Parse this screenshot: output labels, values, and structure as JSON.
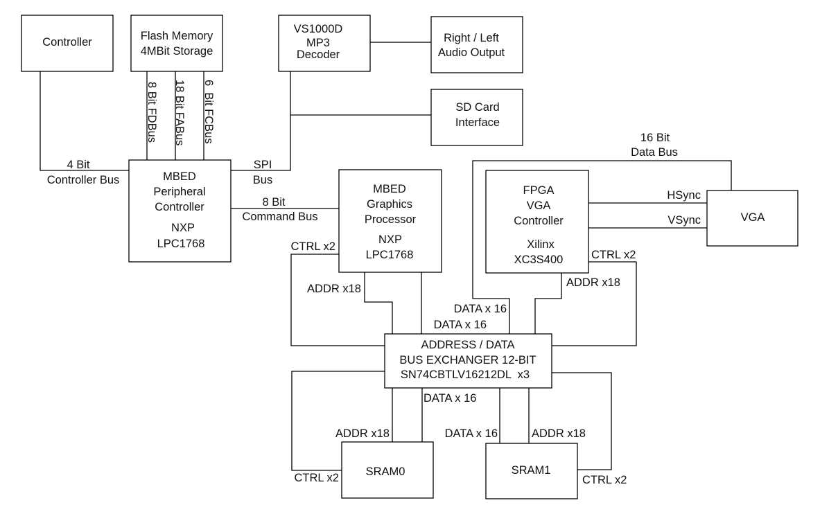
{
  "diagram": {
    "blocks": {
      "controller": {
        "lines": [
          "Controller"
        ]
      },
      "flash": {
        "lines": [
          "Flash Memory",
          "4MBit Storage"
        ]
      },
      "vs1000d": {
        "lines": [
          "VS1000D",
          "MP3",
          "Decoder"
        ]
      },
      "audio": {
        "lines": [
          "Right / Left",
          "Audio Output"
        ]
      },
      "sdcard": {
        "lines": [
          "SD Card",
          "Interface"
        ]
      },
      "mbed_periph": {
        "lines": [
          "MBED",
          "Peripheral",
          "Controller",
          "NXP",
          "LPC1768"
        ]
      },
      "mbed_gfx": {
        "lines": [
          "MBED",
          "Graphics",
          "Processor",
          "NXP",
          "LPC1768"
        ]
      },
      "fpga": {
        "lines": [
          "FPGA",
          "VGA",
          "Controller",
          "Xilinx",
          "XC3S400"
        ]
      },
      "vga": {
        "lines": [
          "VGA"
        ]
      },
      "bus_exchanger": {
        "lines": [
          "ADDRESS / DATA",
          "BUS EXCHANGER 12-BIT",
          "SN74CBTLV16212DL  x3"
        ]
      },
      "sram0": {
        "lines": [
          "SRAM0"
        ]
      },
      "sram1": {
        "lines": [
          "SRAM1"
        ]
      }
    },
    "labels": {
      "fdbus": "8 Bit FDBus",
      "fabus": "18 Bit FABus",
      "fcbus": "6  Bit FCBus",
      "ctrl_bus_1": "4 Bit",
      "ctrl_bus_2": "Controller Bus",
      "spi_1": "SPI",
      "spi_2": "Bus",
      "cmd_bus_1": "8 Bit",
      "cmd_bus_2": "Command Bus",
      "data_bus_1": "16 Bit",
      "data_bus_2": "Data Bus",
      "hsync": "HSync",
      "vsync": "VSync",
      "gfx_ctrl": "CTRL x2",
      "gfx_addr": "ADDR x18",
      "fpga_ctrl": "CTRL x2",
      "fpga_addr": "ADDR x18",
      "fpga_data": "DATA x 16",
      "gfx_data": "DATA x 16",
      "ex_data_0": "DATA x 16",
      "sram0_addr": "ADDR x18",
      "sram1_data": "DATA x 16",
      "sram1_addr": "ADDR x18",
      "sram0_ctrl": "CTRL x2",
      "sram1_ctrl": "CTRL x2"
    }
  }
}
